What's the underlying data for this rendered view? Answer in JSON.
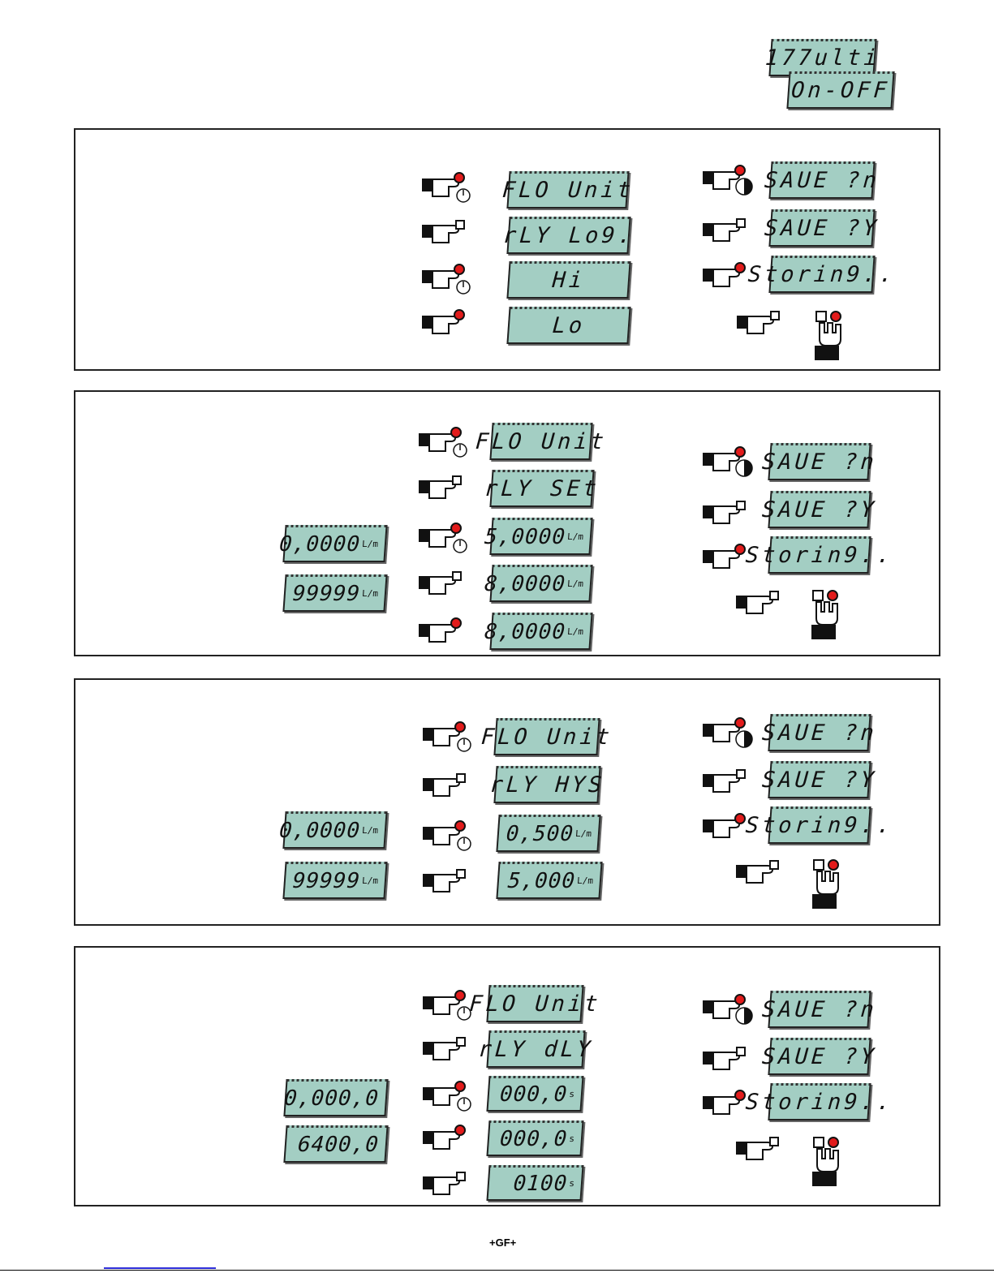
{
  "top_displays": {
    "line1": "177ulti",
    "line2": "On-OFF"
  },
  "save_sequence": {
    "save_n": "SAUE ?n",
    "save_y": "SAUE ?Y",
    "storing": "Storin9.."
  },
  "panel1": {
    "flo_unit": "FLO Unit",
    "menu": "rLY Lo9.",
    "opt_hi": "Hi",
    "opt_lo": "Lo"
  },
  "panel2": {
    "flo_unit": "FLO Unit",
    "menu": "rLY SEt",
    "range_min": "0,0000",
    "range_max": "99999",
    "step1": "5,0000",
    "step2": "8,0000",
    "step3": "8,0000",
    "unit": "L/m"
  },
  "panel3": {
    "flo_unit": "FLO Unit",
    "menu": "rLY HYS",
    "range_min": "0,0000",
    "range_max": "99999",
    "step1": "0,500",
    "step2": "5,000",
    "unit": "L/m"
  },
  "panel4": {
    "flo_unit": "FLO Unit",
    "menu": "rLY dLY",
    "range_min": "0,000,0",
    "range_max": "6400,0",
    "step1": "000,0",
    "step2": "000,0",
    "step3": "0100",
    "unit": "s"
  },
  "footer": {
    "logo": "+GF+"
  }
}
